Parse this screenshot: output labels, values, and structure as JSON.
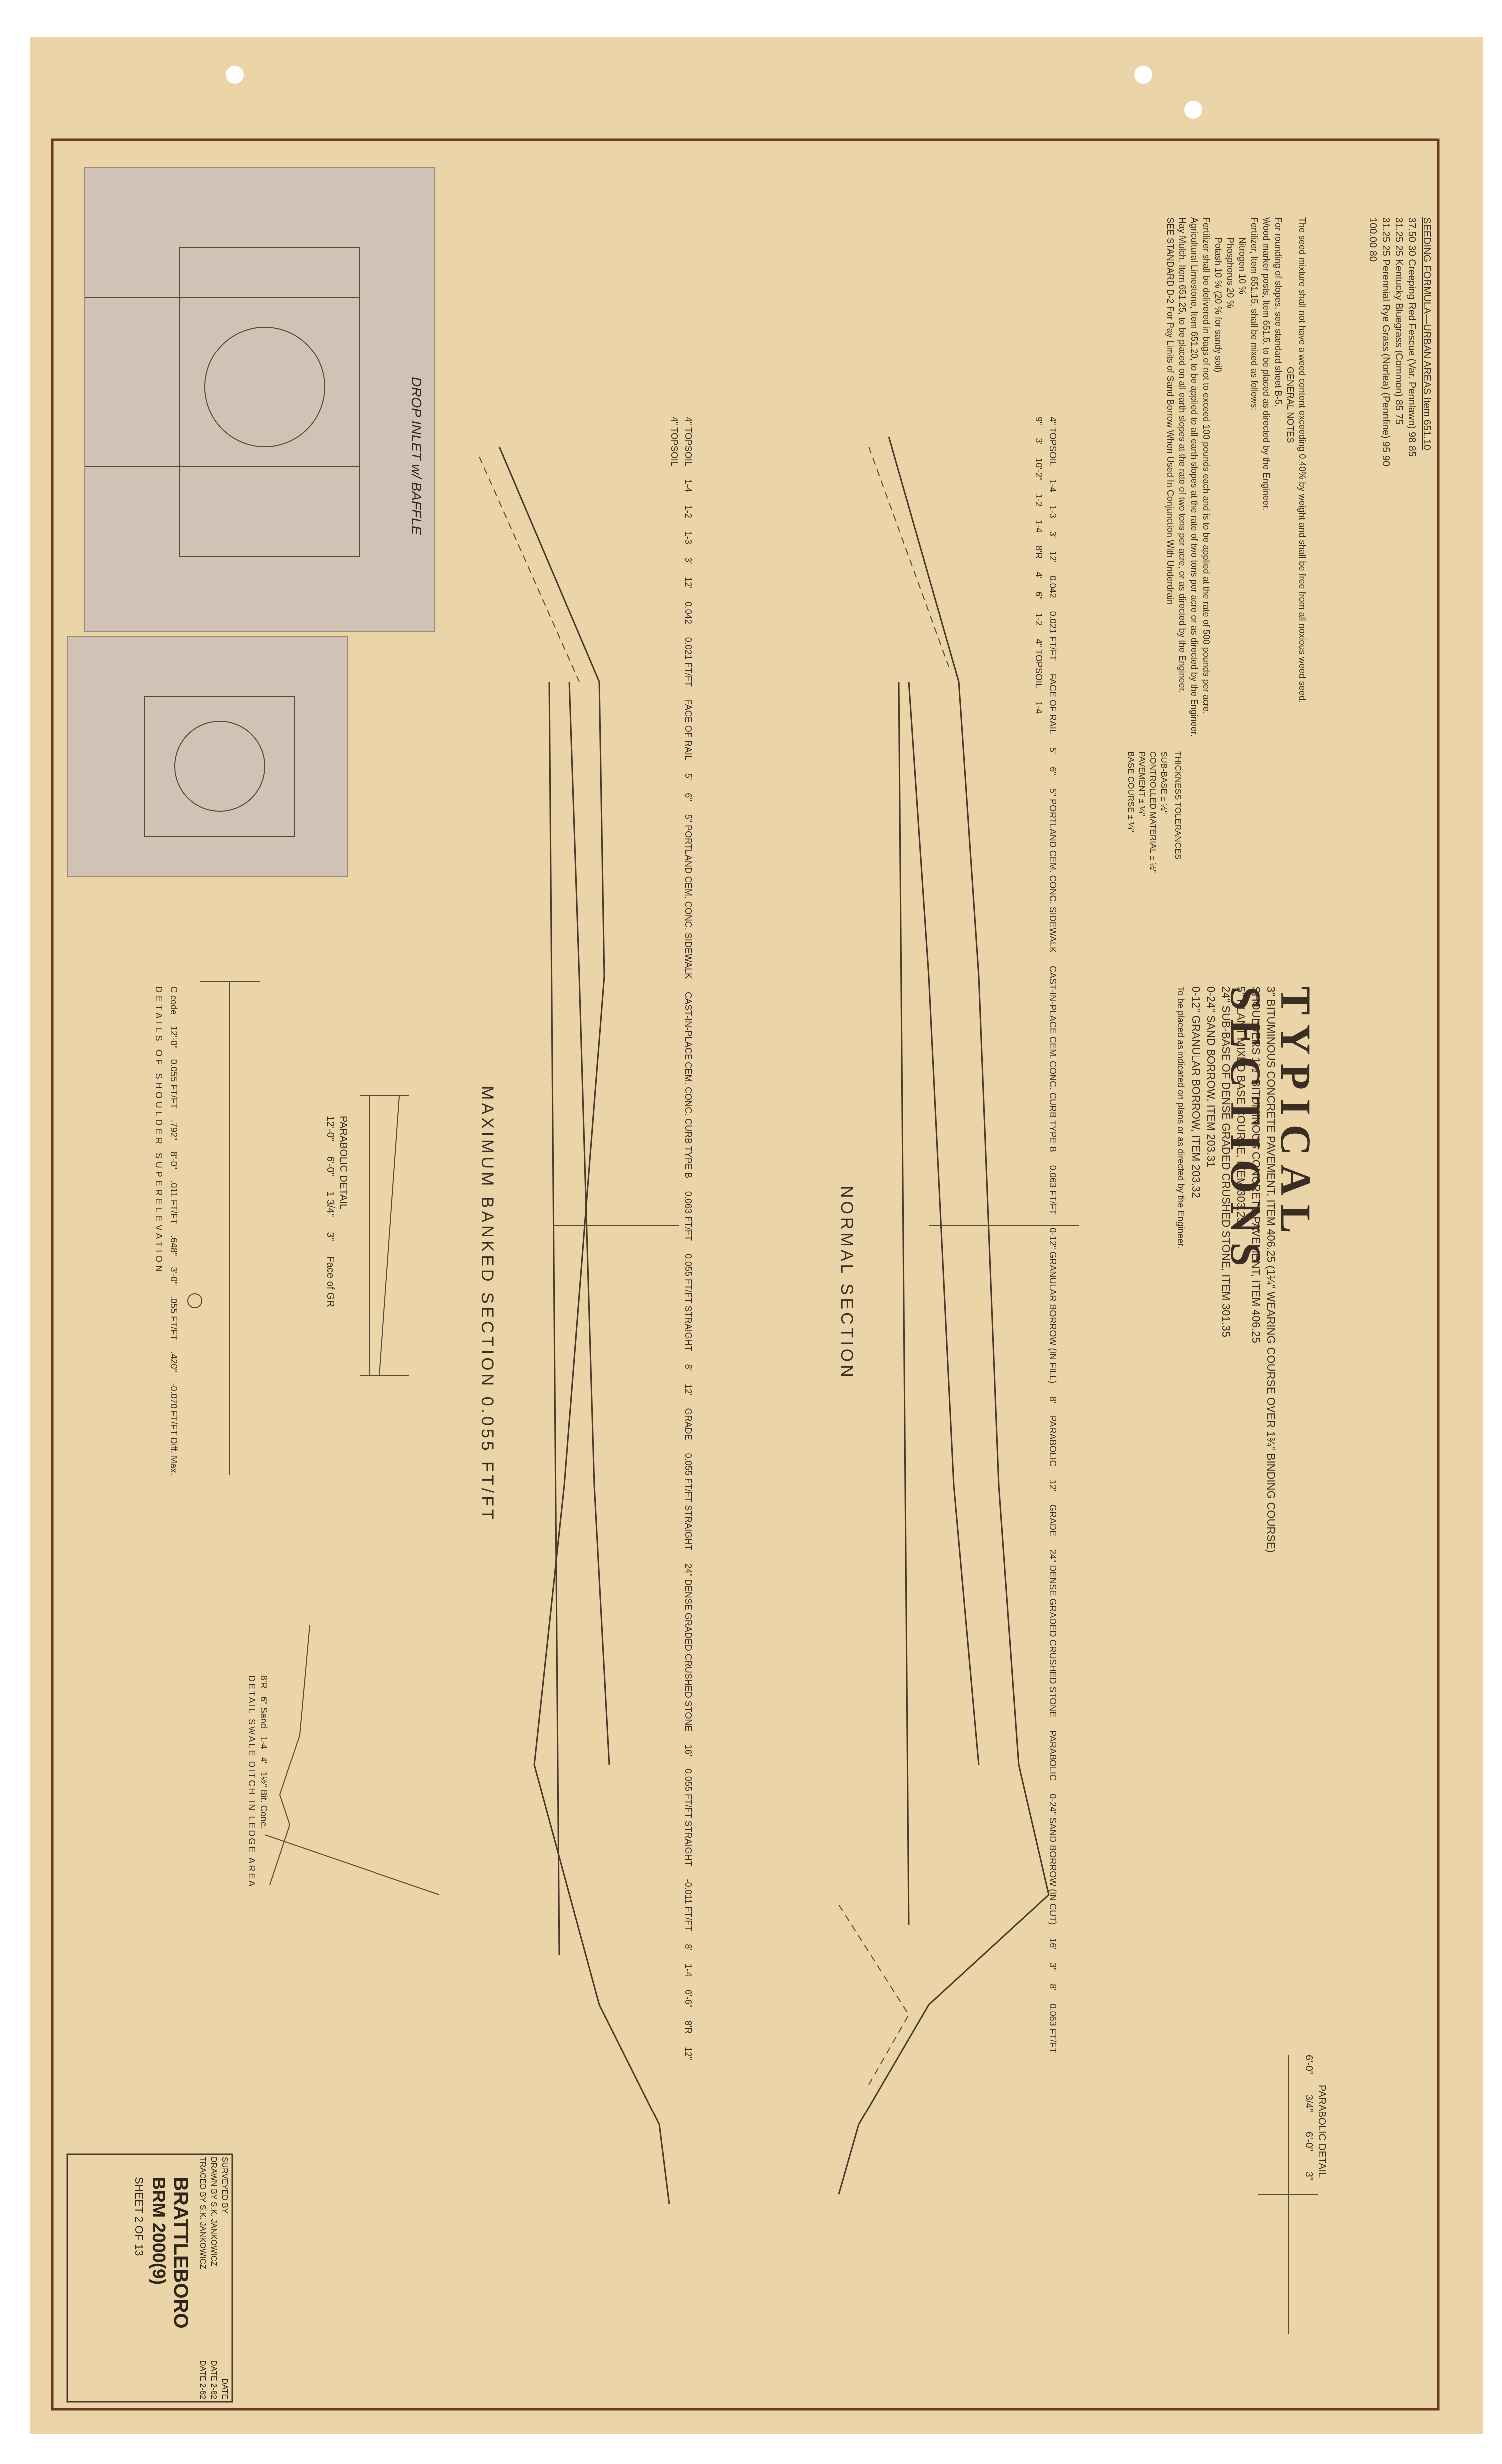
{
  "sheet_title": "TYPICAL SECTIONS",
  "pavement_notes": [
    "3\" BITUMINOUS CONCRETE PAVEMENT, ITEM 406.25 (1¼\" WEARING COURSE OVER 1¾\" BINDING COURSE)",
    "SHOULDERS 1½\" BITUMINOUS CONCRETE PAVEMENT, ITEM 406.25",
    "5\" PLANT MIXED BASE COURSE, ITEM 303.25",
    "24\" SUB-BASE OF DENSE GRADED CRUSHED STONE, ITEM 301.35",
    "0-24\" SAND BORROW, ITEM 203.31",
    "0-12\" GRANULAR BORROW, ITEM 203.32"
  ],
  "placement_note": "To be placed as indicated on plans or as directed by the Engineer.",
  "thickness_tolerances": {
    "title": "THICKNESS TOLERANCES",
    "rows": [
      {
        "label": "SUB-BASE",
        "value": "± ½\""
      },
      {
        "label": "CONTROLLED MATERIAL",
        "value": "± ½\""
      },
      {
        "label": "PAVEMENT",
        "value": "± ¼\""
      },
      {
        "label": "BASE COURSE",
        "value": "± ¼\""
      }
    ]
  },
  "seeding": {
    "title": "SEEDING FORMULA—URBAN AREAS Item 651.10",
    "rows": [
      {
        "lbs": "37.50",
        "pct": "30",
        "name": "Creeping Red Fescue (Var. Pennlawn)",
        "p1": "98",
        "p2": "85"
      },
      {
        "lbs": "31.25",
        "pct": "25",
        "name": "Kentucky Bluegrass (Common)",
        "p1": "85",
        "p2": "75"
      },
      {
        "lbs": "31.25",
        "pct": "25",
        "name": "Perennial Rye Grass (Norlea) (Pennfine)",
        "p1": "95",
        "p2": "90"
      },
      {
        "lbs": "100.00",
        "pct": "80",
        "name": "",
        "p1": "",
        "p2": ""
      }
    ]
  },
  "general_notes": [
    "The seed mixture shall not have a weed content exceeding 0.40% by weight and shall be free from all noxious weed seed.",
    "GENERAL NOTES",
    "For rounding of slopes, see standard sheet B-5.",
    "Wood marker posts, Item 651.5, to be placed as directed by the Engineer.",
    "Fertilizer, Item 651.15, shall be mixed as follows:",
    "Nitrogen 10 %",
    "Phosphorus 20 %",
    "Potash 10 % (20 % for sandy soil)",
    "Fertilizer shall be delivered in bags of not to exceed 100 pounds each and is to be applied at the rate of 500 pounds per acre.",
    "Agricultural Limestone, Item 651.20, to be applied to all earth slopes at the rate of two tons per acre or as directed by the Engineer.",
    "Hay Mulch, Item 651.25, to be placed on all earth slopes at the rate of two tons per acre, or as directed by the Engineer.",
    "SEE STANDARD D-2 For Pay Limits of Sand Borrow When Used In Conjunction With Underdrain"
  ],
  "photo_caption": "DROP INLET w/ BAFFLE",
  "normal_section": {
    "title": "NORMAL SECTION",
    "labels": [
      "4\" TOPSOIL",
      "1-4",
      "1-3",
      "3'",
      "12'",
      "0.042",
      "0.021 FT/FT",
      "FACE OF RAIL",
      "5'",
      "6\"",
      "5\" PORTLAND CEM. CONC. SIDEWALK",
      "CAST-IN-PLACE CEM. CONC. CURB TYPE B",
      "0.063 FT/FT",
      "0-12\" GRANULAR BORROW (IN FILL)",
      "8'",
      "PARABOLIC",
      "12'",
      "GRADE",
      "24\" DENSE GRADED CRUSHED STONE",
      "PARABOLIC",
      "0-24\" SAND BORROW (IN CUT)",
      "16'",
      "3\"",
      "8'",
      "0.063 FT/FT",
      "9\"",
      "3'",
      "10'-2\"",
      "1-2",
      "1-4",
      "8'R",
      "4'",
      "6\"",
      "1-2",
      "4\" TOPSOIL",
      "1-4"
    ]
  },
  "banked_section": {
    "title": "MAXIMUM BANKED SECTION 0.055 FT/FT",
    "labels": [
      "4\" TOPSOIL",
      "1-4",
      "1-2",
      "1-3",
      "3'",
      "12'",
      "0.042",
      "0.021 FT/FT",
      "FACE OF RAIL",
      "5'",
      "6\"",
      "5\" PORTLAND CEM. CONC. SIDEWALK",
      "CAST-IN-PLACE CEM. CONC. CURB TYPE B",
      "0.063 FT/FT",
      "0.055 FT/FT STRAIGHT",
      "8'",
      "12'",
      "GRADE",
      "0.055 FT/FT STRAIGHT",
      "24\" DENSE GRADED CRUSHED STONE",
      "16'",
      "0.055 FT/FT STRAIGHT",
      "-0.011 FT/FT",
      "8'",
      "1-4",
      "6'-6\"",
      "8'R",
      "12\"",
      "4\" TOPSOIL"
    ]
  },
  "parabolic_detail_1": {
    "title": "PARABOLIC DETAIL",
    "labels": [
      "12'-0\"",
      "6'-0\"",
      "1 3/4\"",
      "3\"",
      "Face of GR"
    ]
  },
  "parabolic_detail_2": {
    "title": "PARABOLIC DETAIL",
    "labels": [
      "6'-0\"",
      "3/4\"",
      "6'-0\"",
      "3\""
    ]
  },
  "shoulder_detail": {
    "title": "DETAILS OF SHOULDER SUPERELEVATION",
    "labels": [
      "C code",
      "12'-0\"",
      "0.055 FT/FT",
      ".792\"",
      "8'-0\"",
      ".011 FT/FT",
      ".648\"",
      "3'-0\"",
      ".055 FT/FT",
      ".420\"",
      "-0.070 FT/FT Diff. Max."
    ]
  },
  "swale_detail": {
    "title": "DETAIL SWALE DITCH IN LEDGE AREA",
    "labels": [
      "8'R",
      "6\" Sand",
      "1-4",
      "4'",
      "1½\" Bit. Conc."
    ]
  },
  "title_block": {
    "rows": [
      {
        "label": "SURVEYED BY",
        "value": "",
        "date_label": "DATE",
        "date": ""
      },
      {
        "label": "DRAWN BY",
        "value": "S.K. JANKOWICZ",
        "date_label": "DATE",
        "date": "2-82"
      },
      {
        "label": "TRACED BY",
        "value": "S.K. JANKOWICZ",
        "date_label": "DATE",
        "date": "2-82"
      }
    ],
    "town": "BRATTLEBORO",
    "project": "BRM 2000(9)",
    "sheet": "SHEET 2 OF 13"
  }
}
